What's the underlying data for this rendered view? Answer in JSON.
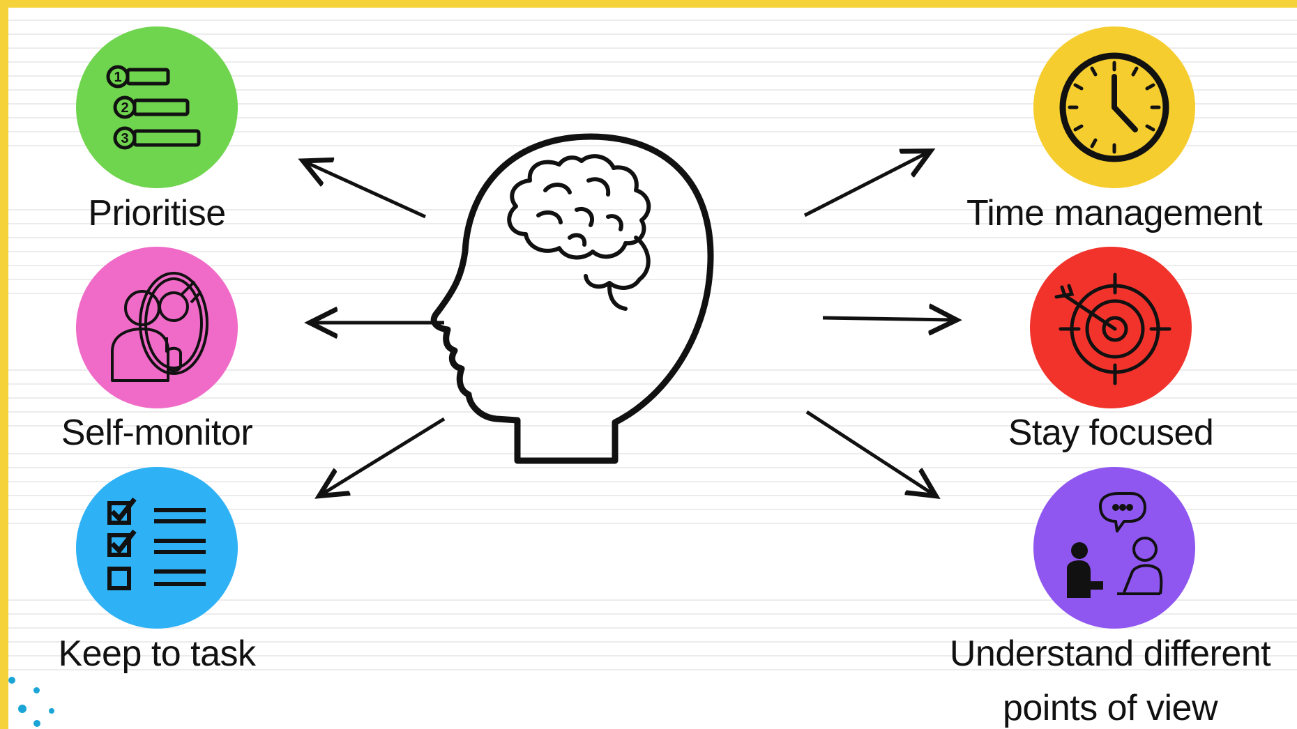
{
  "colors": {
    "frame": "#f6d23a",
    "prioritise": "#6fd44e",
    "self_monitor": "#f06bc8",
    "keep_to_task": "#2fb2f5",
    "time_management": "#f6cd2e",
    "stay_focused": "#f1332c",
    "understand": "#8f56f0"
  },
  "skills": {
    "prioritise": {
      "label": "Prioritise",
      "icon": "numbered-list-icon",
      "markers": [
        "1",
        "2",
        "3"
      ]
    },
    "self_monitor": {
      "label": "Self-monitor",
      "icon": "mirror-person-icon"
    },
    "keep_to_task": {
      "label": "Keep to task",
      "icon": "checklist-icon"
    },
    "time_management": {
      "label": "Time management",
      "icon": "clock-icon"
    },
    "stay_focused": {
      "label": "Stay focused",
      "icon": "target-icon"
    },
    "understand": {
      "label_line1": "Understand different",
      "label_line2": "points of view",
      "icon": "conversation-icon"
    }
  },
  "center": {
    "icon": "head-brain-icon"
  }
}
